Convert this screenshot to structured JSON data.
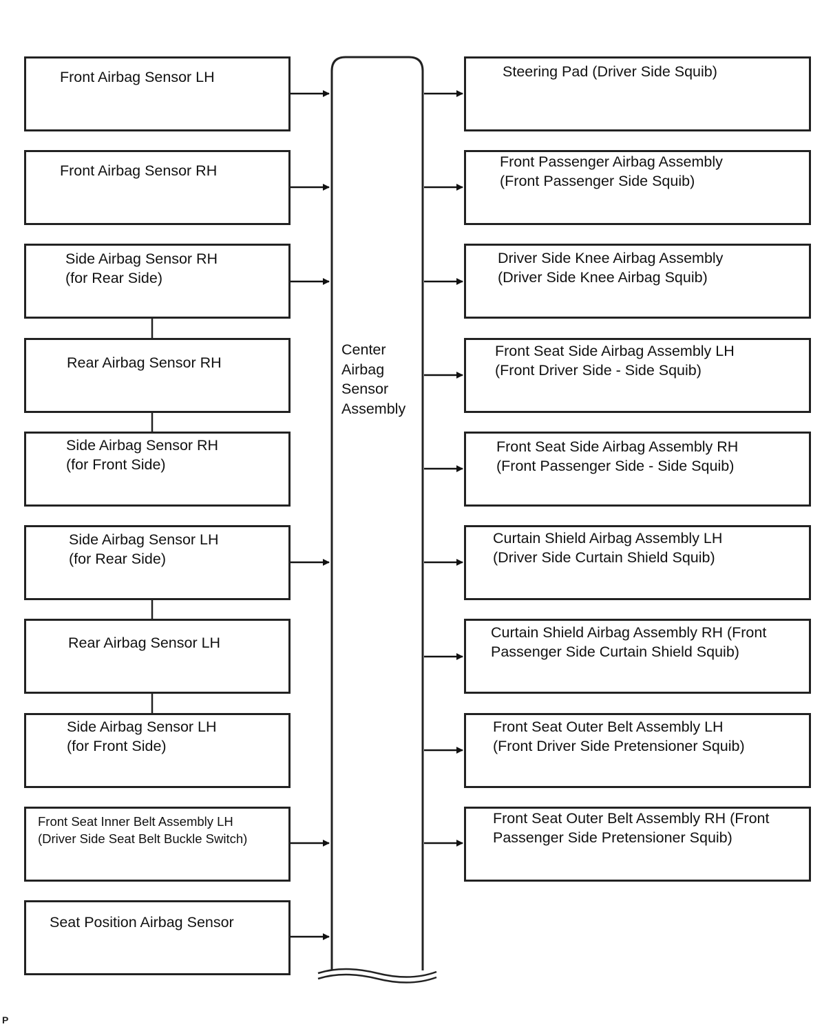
{
  "center": {
    "label": "Center\nAirbag\nSensor\nAssembly"
  },
  "inputs": [
    {
      "label": "Front Airbag Sensor LH"
    },
    {
      "label": "Front Airbag Sensor RH"
    },
    {
      "label": "Side Airbag Sensor RH\n(for Rear Side)"
    },
    {
      "label": "Rear Airbag Sensor RH"
    },
    {
      "label": "Side Airbag Sensor RH\n(for Front Side)"
    },
    {
      "label": "Side Airbag Sensor LH\n(for Rear Side)"
    },
    {
      "label": "Rear Airbag Sensor LH"
    },
    {
      "label": "Side Airbag Sensor LH\n(for Front Side)"
    },
    {
      "label": "Front Seat Inner Belt Assembly LH\n(Driver Side Seat Belt Buckle Switch)"
    },
    {
      "label": "Seat Position Airbag Sensor"
    }
  ],
  "outputs": [
    {
      "label": "Steering Pad (Driver Side Squib)"
    },
    {
      "label": "Front Passenger Airbag Assembly\n(Front Passenger Side Squib)"
    },
    {
      "label": "Driver Side Knee Airbag Assembly\n(Driver Side Knee Airbag Squib)"
    },
    {
      "label": "Front Seat Side Airbag Assembly LH\n(Front Driver Side - Side Squib)"
    },
    {
      "label": "Front Seat Side Airbag Assembly RH\n(Front Passenger Side - Side Squib)"
    },
    {
      "label": "Curtain Shield Airbag Assembly LH\n(Driver Side Curtain Shield Squib)"
    },
    {
      "label": "Curtain Shield Airbag Assembly RH (Front\nPassenger Side Curtain Shield Squib)"
    },
    {
      "label": "Front Seat Outer Belt Assembly LH\n(Front Driver Side Pretensioner Squib)"
    },
    {
      "label": "Front Seat Outer Belt Assembly RH (Front\nPassenger Side Pretensioner Squib)"
    }
  ],
  "footer": {
    "mark": "P"
  }
}
